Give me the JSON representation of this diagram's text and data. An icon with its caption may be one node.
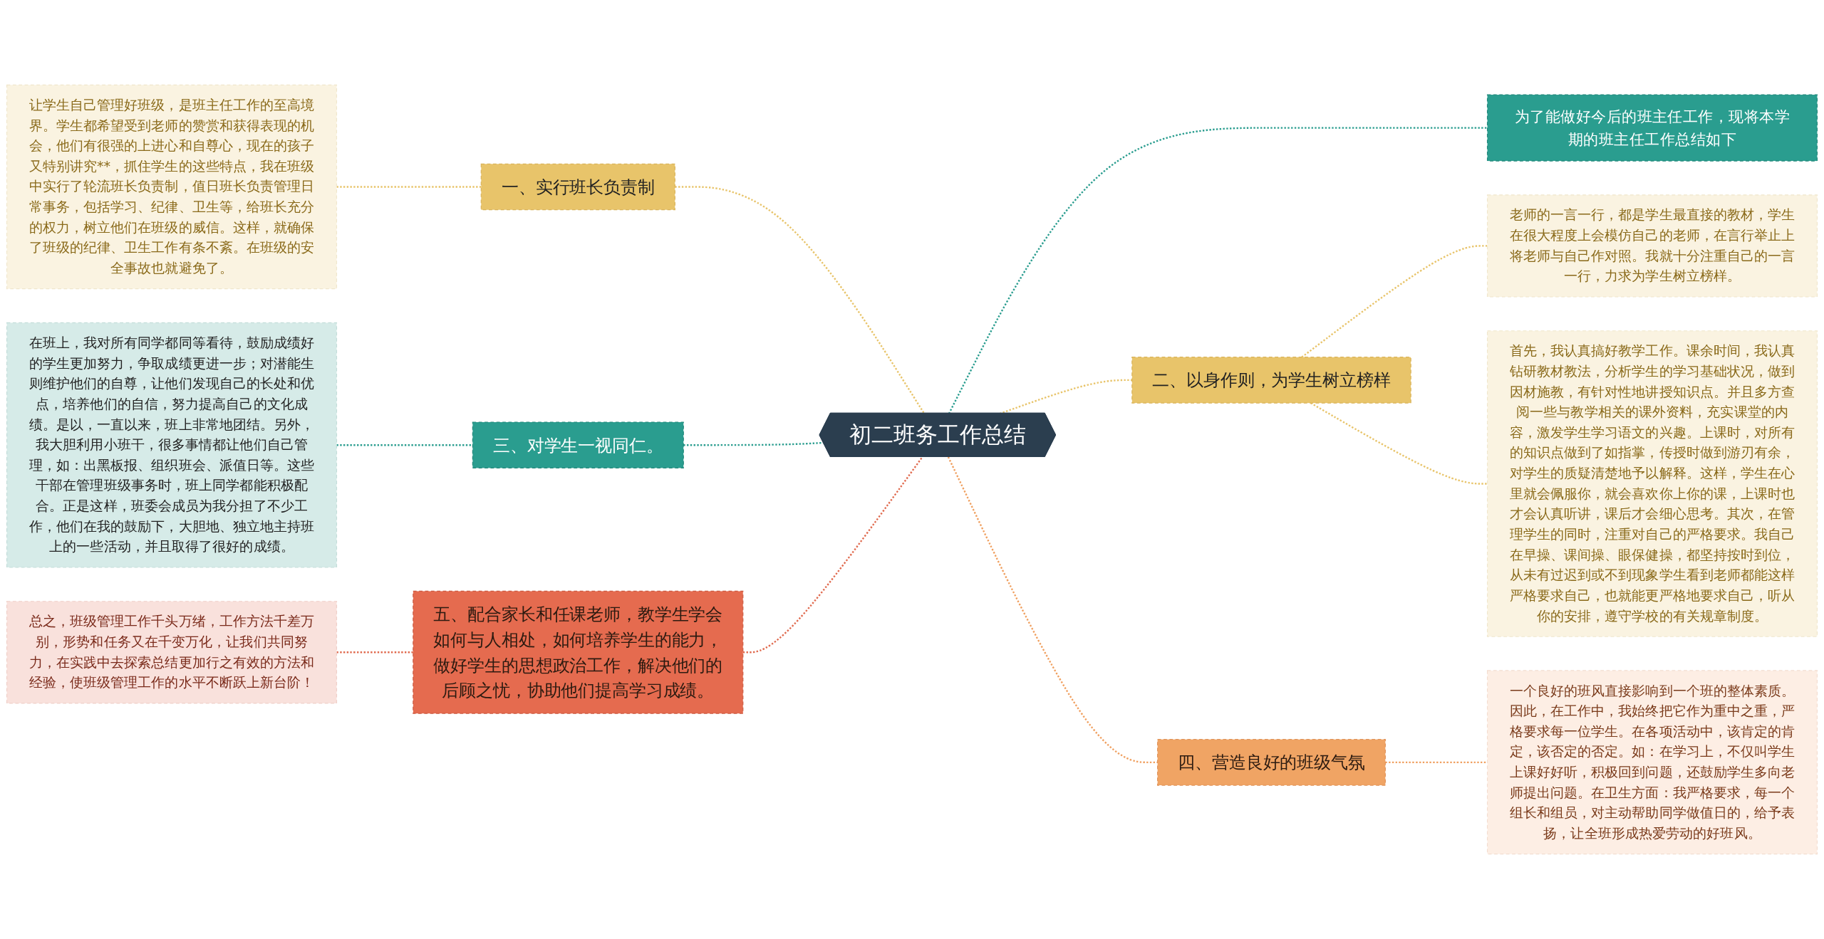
{
  "diagram": {
    "nodes": [
      {
        "text": [
          "初二班务工作总结"
        ]
      },
      {
        "text": [
          "一、实行班长负责制"
        ]
      },
      {
        "text": [
          "让学生自己管理好班级，是班主任工作的至高境界。学生都希望受到老师的赞赏和获得表现的机会，他们有很强的上进心和自尊心，现在的孩子又特别讲究**，抓住学生的这些特点，我在班级中实行了轮流班长负责制，值日班长负责管理日常事务，包括学习、纪律、卫生等，给班长充分的权力，树立他们在班级的威信。这样，就确保了班级的纪律、卫生工作有条不紊。在班级的安全事故也就避免了。"
        ]
      },
      {
        "text": [
          "三、对学生一视同仁。"
        ]
      },
      {
        "text": [
          "在班上，我对所有同学都同等看待，鼓励成绩好的学生更加努力，争取成绩更进一步；对潜能生则维护他们的自尊，让他们发现自己的长处和优点，培养他们的自信，努力提高自己的文化成绩。是以，一直以来，班上非常地团结。另外，我大胆利用小班干，很多事情都让他们自己管理，如：出黑板报、组织班会、派值日等。这些干部在管理班级事务时，班上同学都能积极配合。正是这样，班委会成员为我分担了不少工作，他们在我的鼓励下，大胆地、独立地主持班上的一些活动，并且取得了很好的成绩。"
        ]
      },
      {
        "text": [
          "五、配合家长和任课老师，教学生学会如何与人相处，如何培养学生的能力，做好学生的思想政治工作，解决他们的后顾之忧，协助他们提高学习成绩。"
        ]
      },
      {
        "text": [
          "总之，班级管理工作千头万绪，工作方法千差万别，形势和任务又在千变万化，让我们共同努力，在实践中去探索总结更加行之有效的方法和经验，使班级管理工作的水平不断跃上新台阶！"
        ]
      },
      {
        "text": [
          "为了能做好今后的班主任工作，现将本学期的班主任工作总结如下"
        ]
      },
      {
        "text": [
          "二、以身作则，为学生树立榜样"
        ]
      },
      {
        "text": [
          "老师的一言一行，都是学生最直接的教材，学生在很大程度上会模仿自己的老师，在言行举止上将老师与自己作对照。我就十分注重自己的一言一行，力求为学生树立榜样。"
        ]
      },
      {
        "text": [
          "首先，我认真搞好教学工作。课余时间，我认真钻研教材教法，分析学生的学习基础状况，做到因材施教，有针对性地讲授知识点。并且多方查阅一些与教学相关的课外资料，充实课堂的内容，激发学生学习语文的兴趣。上课时，对所有的知识点做到了如指掌，传授时做到游刃有余，对学生的质疑清楚地予以解释。这样，学生在心里就会佩服你，就会喜欢你上你的课，上课时也才会认真听讲，课后才会细心思考。其次，在管理学生的同时，注重对自己的严格要求。我自己在早操、课间操、眼保健操，都坚持按时到位，从未有过迟到或不到现象学生看到老师都能这样严格要求自己，也就能更严格地要求自己，听从你的安排，遵守学校的有关规章制度。"
        ]
      },
      {
        "text": [
          "四、营造良好的班级气氛"
        ]
      },
      {
        "text": [
          "一个良好的班风直接影响到一个班的整体素质。因此，在工作中，我始终把它作为重中之重，严格要求每一位学生。在各项活动中，该肯定的肯定，该否定的否定。如：在学习上，不仅叫学生上课好好听，积极回到问题，还鼓励学生多向老师提出问题。在卫生方面：我严格要求，每一个组长和组员，对主动帮助同学做值日的，给予表扬，让全班形成热爱劳动的好班风。"
        ]
      }
    ],
    "edges": [
      {
        "from": 2,
        "to": 1,
        "arrow": "none",
        "style": "dashed",
        "color": "#e8c46a"
      },
      {
        "from": 1,
        "to": 0,
        "arrow": "none",
        "style": "dashed",
        "color": "#e8c46a"
      },
      {
        "from": 4,
        "to": 3,
        "arrow": "none",
        "style": "dashed",
        "color": "#2a9d8f"
      },
      {
        "from": 3,
        "to": 0,
        "arrow": "none",
        "style": "dashed",
        "color": "#2a9d8f"
      },
      {
        "from": 6,
        "to": 5,
        "arrow": "none",
        "style": "dashed",
        "color": "#e06a4e"
      },
      {
        "from": 5,
        "to": 0,
        "arrow": "none",
        "style": "dashed",
        "color": "#e06a4e"
      },
      {
        "from": 0,
        "to": 7,
        "arrow": "none",
        "style": "dashed",
        "color": "#2a9d8f"
      },
      {
        "from": 0,
        "to": 8,
        "arrow": "none",
        "style": "dashed",
        "color": "#e8c46a"
      },
      {
        "from": 8,
        "to": 9,
        "arrow": "none",
        "style": "dashed",
        "color": "#e8c46a"
      },
      {
        "from": 8,
        "to": 10,
        "arrow": "none",
        "style": "dashed",
        "color": "#e8c46a"
      },
      {
        "from": 0,
        "to": 11,
        "arrow": "none",
        "style": "dashed",
        "color": "#f0a060"
      },
      {
        "from": 11,
        "to": 12,
        "arrow": "none",
        "style": "dashed",
        "color": "#f0a060"
      }
    ]
  }
}
